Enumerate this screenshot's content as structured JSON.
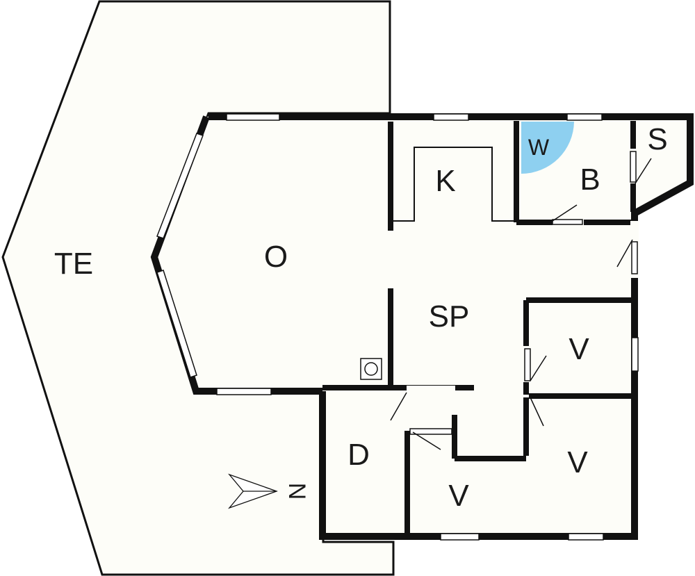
{
  "plan": {
    "colors": {
      "background": "#ffffff",
      "floor": "#fdfdf8",
      "wall": "#111111",
      "window_fill": "#ffffff",
      "washer": "#8ed0f0"
    },
    "rooms": {
      "terrace": "TE",
      "living": "O",
      "kitchen": "K",
      "washer": "W",
      "bathroom": "B",
      "storage": "S",
      "dining": "SP",
      "bedroom_east_upper": "V",
      "bedroom_east_lower": "V",
      "bedroom_south": "V",
      "hall": "D"
    },
    "compass": {
      "label": "N",
      "icon": "north-arrow-icon"
    },
    "fixtures": {
      "stove": "stove-icon"
    }
  }
}
